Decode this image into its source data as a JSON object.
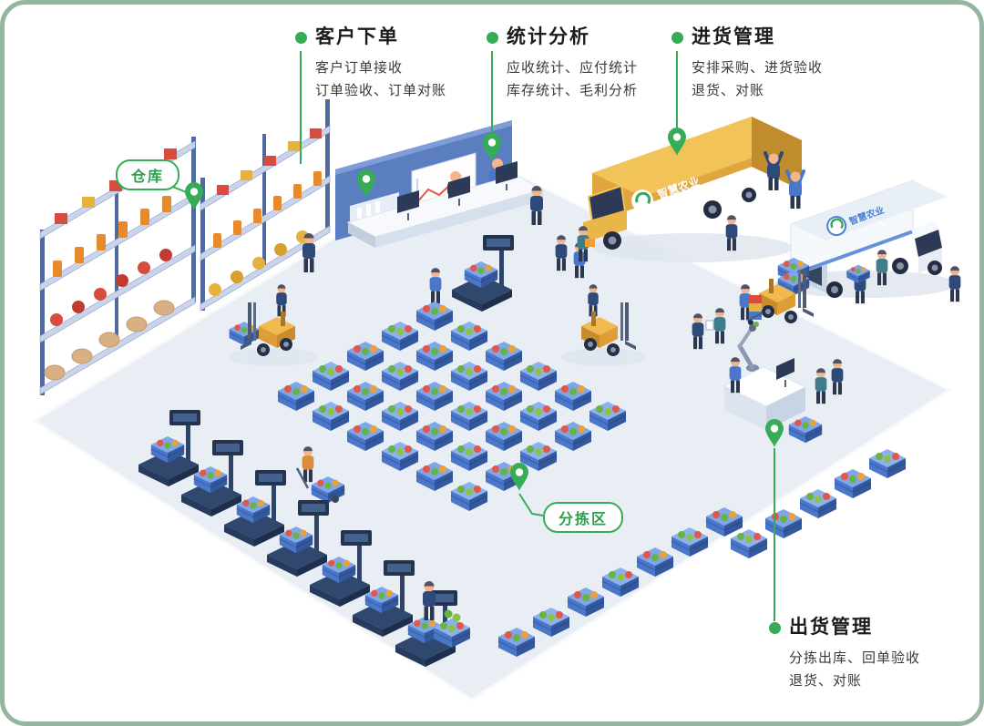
{
  "frame": {
    "border_color": "#94b69e"
  },
  "accent": {
    "green": "#35ac55",
    "title_color": "#1c1c1c",
    "body_color": "#3a3a3a"
  },
  "callouts": {
    "customer_order": {
      "title": "客户下单",
      "line1": "客户订单接收",
      "line2": "订单验收、订单对账"
    },
    "statistics": {
      "title": "统计分析",
      "line1": "应收统计、应付统计",
      "line2": "库存统计、毛利分析"
    },
    "purchase": {
      "title": "进货管理",
      "line1": "安排采购、进货验收",
      "line2": "退货、对账"
    },
    "shipping": {
      "title": "出货管理",
      "line1": "分拣出库、回单验收",
      "line2": "退货、对账"
    }
  },
  "area_labels": {
    "warehouse": "仓库",
    "sorting": "分拣区"
  },
  "illustration": {
    "truck_brand": "智慧农业"
  }
}
